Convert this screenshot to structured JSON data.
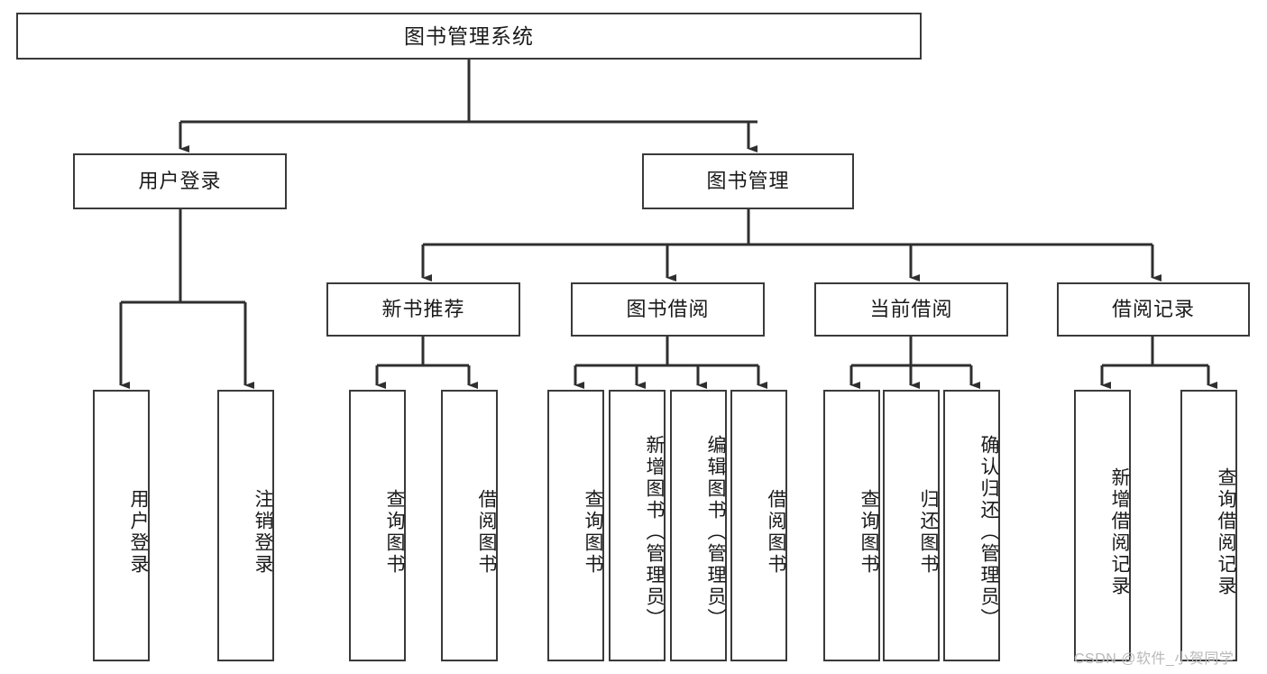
{
  "diagram": {
    "title": "图书管理系统",
    "type": "tree-hierarchy",
    "stroke_color": "#3a3a3a",
    "fill_color": "#ffffff",
    "background_color": "#ffffff",
    "nodes": {
      "root": {
        "label": "图书管理系统"
      },
      "user_login": {
        "label": "用户登录"
      },
      "book_manage": {
        "label": "图书管理"
      },
      "new_book_rec": {
        "label": "新书推荐"
      },
      "book_borrow": {
        "label": "图书借阅"
      },
      "current_borrow": {
        "label": "当前借阅"
      },
      "borrow_record": {
        "label": "借阅记录"
      },
      "leaf_user_login": {
        "label": "用户登录"
      },
      "leaf_user_logout": {
        "label": "注销登录"
      },
      "leaf_query_book_1": {
        "label": "查询图书"
      },
      "leaf_borrow_book_1": {
        "label": "借阅图书"
      },
      "leaf_query_book_2": {
        "label": "查询图书"
      },
      "leaf_add_book": {
        "label": "新增图书（管理员）"
      },
      "leaf_edit_book": {
        "label": "编辑图书（管理员）"
      },
      "leaf_borrow_book_2": {
        "label": "借阅图书"
      },
      "leaf_query_book_3": {
        "label": "查询图书"
      },
      "leaf_return_book": {
        "label": "归还图书"
      },
      "leaf_confirm_return": {
        "label": "确认归还（管理员）"
      },
      "leaf_add_record": {
        "label": "新增借阅记录"
      },
      "leaf_query_record": {
        "label": "查询借阅记录"
      }
    },
    "edges": [
      {
        "from": "root",
        "to": "user_login"
      },
      {
        "from": "root",
        "to": "book_manage"
      },
      {
        "from": "user_login",
        "to": "leaf_user_login"
      },
      {
        "from": "user_login",
        "to": "leaf_user_logout"
      },
      {
        "from": "book_manage",
        "to": "new_book_rec"
      },
      {
        "from": "book_manage",
        "to": "book_borrow"
      },
      {
        "from": "book_manage",
        "to": "current_borrow"
      },
      {
        "from": "book_manage",
        "to": "borrow_record"
      },
      {
        "from": "new_book_rec",
        "to": "leaf_query_book_1"
      },
      {
        "from": "new_book_rec",
        "to": "leaf_borrow_book_1"
      },
      {
        "from": "book_borrow",
        "to": "leaf_query_book_2"
      },
      {
        "from": "book_borrow",
        "to": "leaf_add_book"
      },
      {
        "from": "book_borrow",
        "to": "leaf_edit_book"
      },
      {
        "from": "book_borrow",
        "to": "leaf_borrow_book_2"
      },
      {
        "from": "current_borrow",
        "to": "leaf_query_book_3"
      },
      {
        "from": "current_borrow",
        "to": "leaf_return_book"
      },
      {
        "from": "current_borrow",
        "to": "leaf_confirm_return"
      },
      {
        "from": "borrow_record",
        "to": "leaf_add_record"
      },
      {
        "from": "borrow_record",
        "to": "leaf_query_record"
      }
    ]
  },
  "watermark": {
    "text": "CSDN @软件_小贺同学"
  }
}
